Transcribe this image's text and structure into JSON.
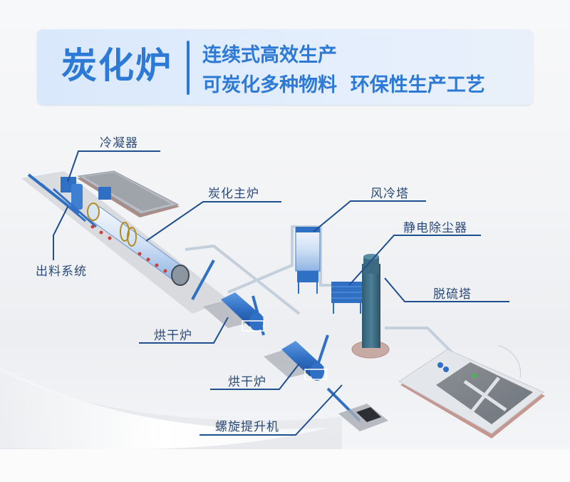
{
  "banner": {
    "title": "炭化炉",
    "line1": "连续式高效生产",
    "line2": "可炭化多种物料  环保性生产工艺",
    "accent_color": "#2d7ad6"
  },
  "components": [
    {
      "id": "condenser",
      "label": "冷凝器"
    },
    {
      "id": "discharge-system",
      "label": "出料系统"
    },
    {
      "id": "main-carbonization-furnace",
      "label": "炭化主炉"
    },
    {
      "id": "air-cooling-tower",
      "label": "风冷塔"
    },
    {
      "id": "electrostatic-precipitator",
      "label": "静电除尘器"
    },
    {
      "id": "desulfurization-tower",
      "label": "脱硫塔"
    },
    {
      "id": "dryer-1",
      "label": "烘干炉"
    },
    {
      "id": "dryer-2",
      "label": "烘干炉"
    },
    {
      "id": "screw-elevator",
      "label": "螺旋提升机"
    }
  ],
  "colors": {
    "equipment_blue": "#2f6fc4",
    "callout_line": "#1f4f8f",
    "label_text": "#2b4a7a"
  }
}
